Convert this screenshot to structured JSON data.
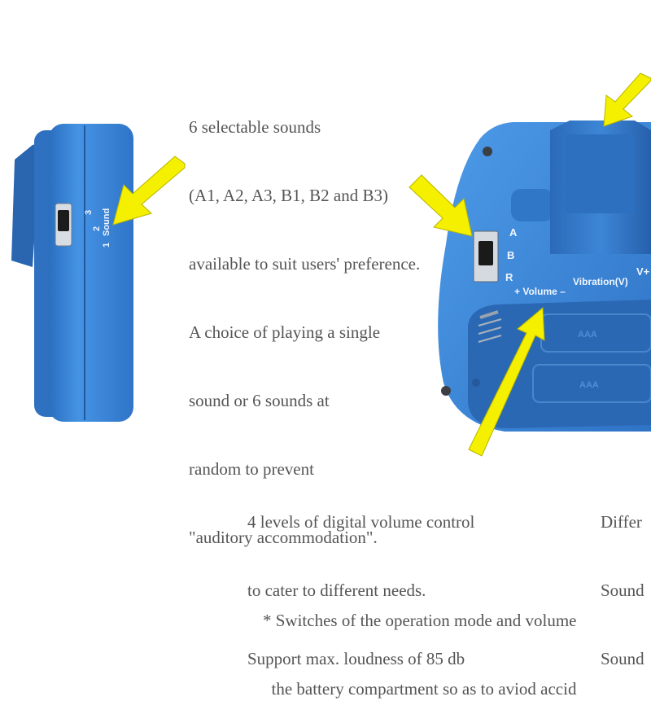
{
  "captions": {
    "sounds": [
      "6 selectable sounds",
      "(A1, A2, A3, B1, B2 and B3)",
      "available to suit users' preference.",
      "A choice of playing a single",
      "sound or 6 sounds at",
      "random to prevent",
      "\"auditory accommodation\"."
    ],
    "volume": [
      "4 levels of digital volume control",
      "to cater to different needs.",
      "Support max. loudness of 85 db"
    ],
    "cut_right": [
      "Differ",
      "Sound",
      "Sound"
    ],
    "footnote": [
      "* Switches of the operation mode and volume",
      "  the battery compartment so as to aviod accid"
    ]
  },
  "device_labels": {
    "side_sound": "Sound",
    "side_numbers": [
      "1",
      "2",
      "3"
    ],
    "mode_letters": [
      "A",
      "B",
      "R"
    ],
    "volume": "+ Volume –",
    "vibration": "Vibration(V)",
    "v_plus": "V+",
    "battery_marks": [
      "AAA",
      "AAA"
    ]
  },
  "colors": {
    "device_blue": "#3a84d6",
    "arrow_yellow": "#f4f000",
    "caption_gray": "#555555"
  }
}
